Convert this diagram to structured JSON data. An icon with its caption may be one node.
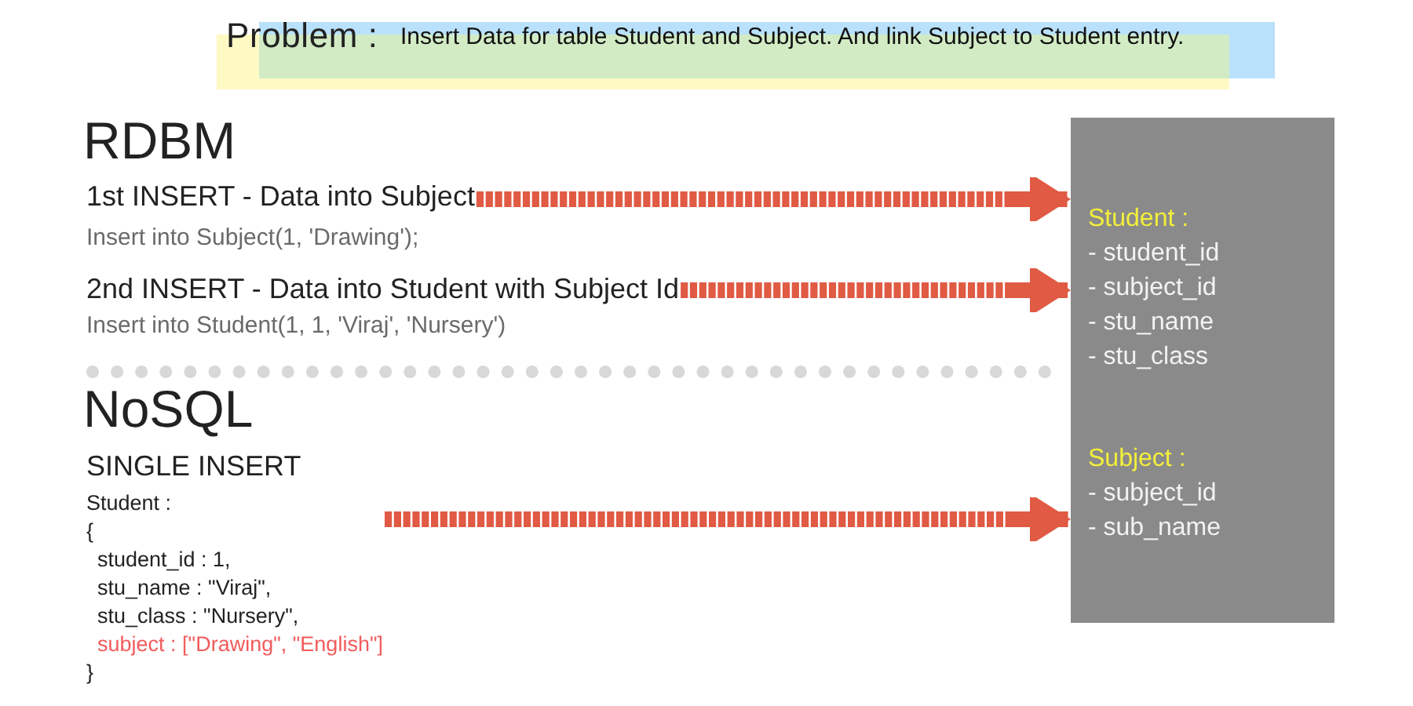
{
  "diagram": {
    "title": "Problem :",
    "nodes": [
      {
        "text": [
          "1st INSERT - Data into Subject",
          "Insert into Subject(1, 'Drawing');"
        ]
      },
      {
        "text": [
          "2nd INSERT - Data into Student with Subject Id",
          "Insert into Student(1, 1, 'Viraj', 'Nursery')"
        ]
      },
      {
        "text": [
          "SINGLE INSERT",
          "Student :",
          "{",
          "student_id : 1,",
          "stu_name : \"Viraj\",",
          "stu_class : \"Nursery\",",
          "subject : [\"Drawing\", \"English\"]",
          "}"
        ]
      },
      {
        "text": [
          "Student :",
          "- student_id",
          "- subject_id",
          "- stu_name",
          "- stu_class",
          "Subject :",
          "- subject_id",
          "- sub_name"
        ]
      }
    ],
    "edges": [
      {
        "from": 0,
        "to": 3,
        "arrow": "to"
      },
      {
        "from": 1,
        "to": 3,
        "arrow": "to"
      },
      {
        "from": 2,
        "to": 3,
        "arrow": "to"
      }
    ],
    "labels": [
      "Insert Data for table Student and Subject. And link Subject to Student entry.",
      "RDBM",
      "NoSQL"
    ]
  }
}
